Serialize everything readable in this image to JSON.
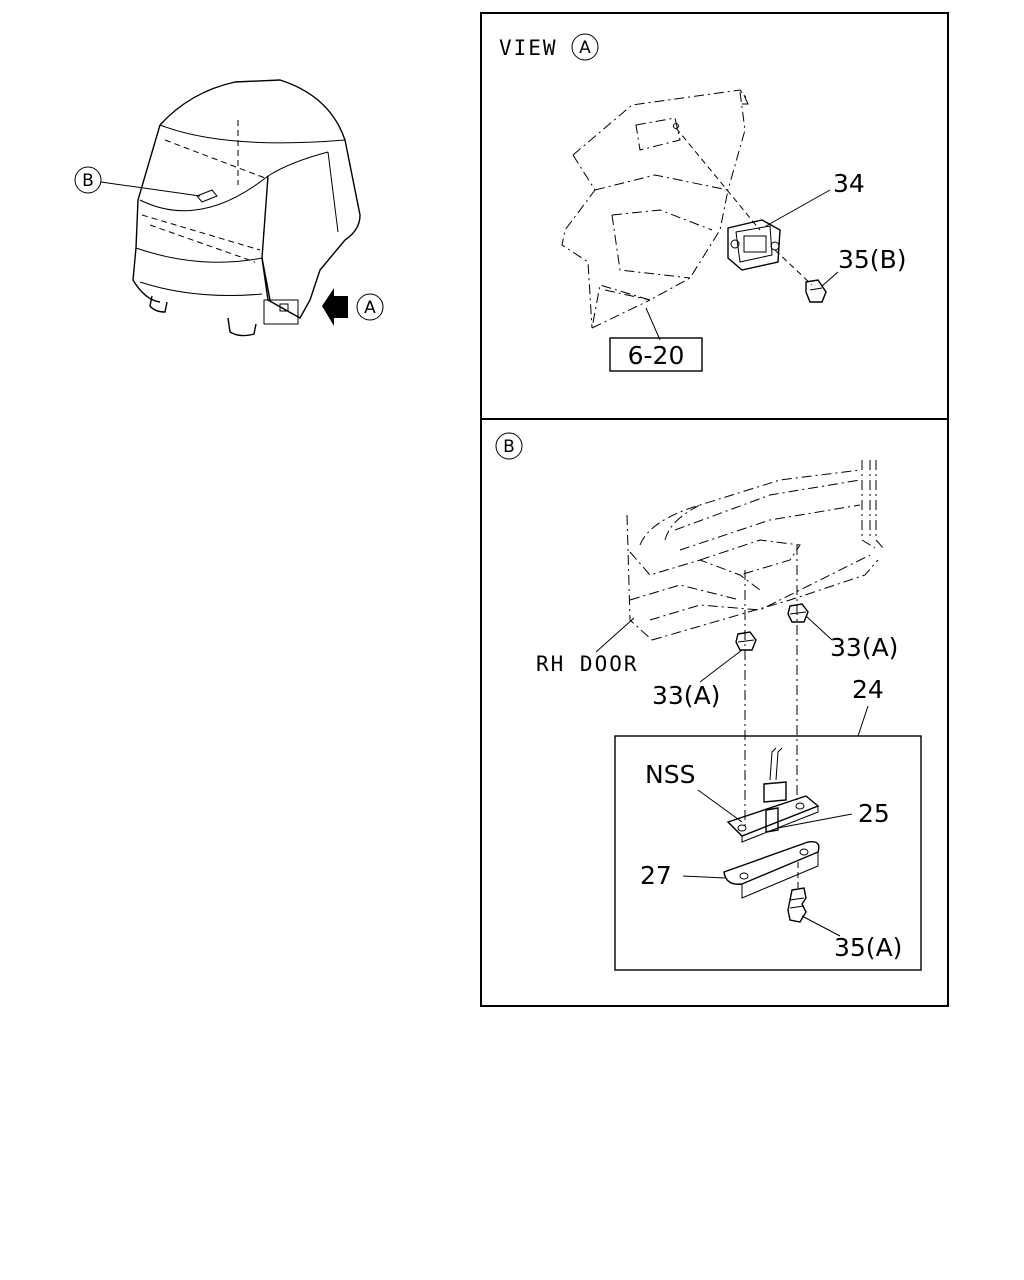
{
  "view_a": {
    "prefix": "VIEW",
    "marker": "A"
  },
  "overview": {
    "marker_b": "B",
    "marker_a": "A"
  },
  "panel_a": {
    "part_34": "34",
    "part_35b": "35(B)",
    "ref_box": "6-20"
  },
  "panel_b": {
    "marker": "B",
    "rh_door": "RH DOOR",
    "part_33a_right": "33(A)",
    "part_33a_left": "33(A)",
    "part_24": "24",
    "nss": "NSS",
    "part_25": "25",
    "part_27": "27",
    "part_35a": "35(A)"
  }
}
